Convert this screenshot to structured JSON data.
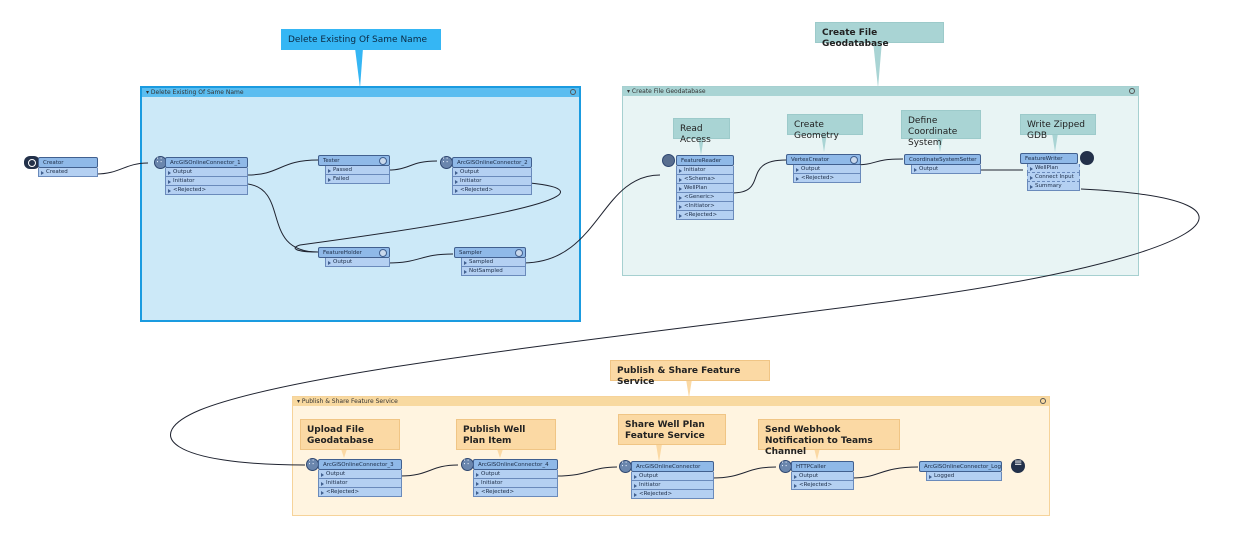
{
  "bookmarks": {
    "delete": {
      "title": "Delete Existing Of Same Name"
    },
    "gdb": {
      "title": "Create File Geodatabase"
    },
    "publish": {
      "title": "Publish & Share Feature Service"
    }
  },
  "annotations": {
    "delete": "Delete Existing Of Same Name",
    "gdb": "Create File Geodatabase",
    "read_access": "Read Access",
    "create_geometry": "Create Geometry",
    "define_cs": "Define Coordinate System",
    "write_gdb": "Write Zipped GDB",
    "publish": "Publish & Share Feature Service",
    "upload": "Upload File Geodatabase",
    "publish_item": "Publish Well Plan Item",
    "share": "Share Well Plan Feature Service",
    "webhook": "Send Webhook Notification to Teams Channel"
  },
  "nodes": {
    "creator": {
      "name": "Creator",
      "ports": [
        "Created"
      ]
    },
    "agol1": {
      "name": "ArcGISOnlineConnector_1",
      "ports": [
        "Output",
        "Initiator",
        "<Rejected>"
      ]
    },
    "tester": {
      "name": "Tester",
      "ports": [
        "Passed",
        "Failed"
      ]
    },
    "agol2": {
      "name": "ArcGISOnlineConnector_2",
      "ports": [
        "Output",
        "Initiator",
        "<Rejected>"
      ]
    },
    "holder": {
      "name": "FeatureHolder",
      "ports": [
        "Output"
      ]
    },
    "sampler": {
      "name": "Sampler",
      "ports": [
        "Sampled",
        "NotSampled"
      ]
    },
    "reader": {
      "name": "FeatureReader",
      "ports": [
        "Initiator",
        "<Schema>",
        "WellPlan",
        "<Generic>",
        "<Initiator>",
        "<Rejected>"
      ]
    },
    "vertex": {
      "name": "VertexCreator",
      "ports": [
        "Output",
        "<Rejected>"
      ]
    },
    "cs": {
      "name": "CoordinateSystemSetter",
      "ports": [
        "Output"
      ]
    },
    "writer": {
      "name": "FeatureWriter",
      "ports": [
        "WellPlan",
        "Connect Input",
        "Summary"
      ]
    },
    "agol3": {
      "name": "ArcGISOnlineConnector_3",
      "ports": [
        "Output",
        "Initiator",
        "<Rejected>"
      ]
    },
    "agol4": {
      "name": "ArcGISOnlineConnector_4",
      "ports": [
        "Output",
        "Initiator",
        "<Rejected>"
      ]
    },
    "agol5": {
      "name": "ArcGISOnlineConnector",
      "ports": [
        "Output",
        "Initiator",
        "<Rejected>"
      ]
    },
    "http": {
      "name": "HTTPCaller",
      "ports": [
        "Output",
        "<Rejected>"
      ]
    },
    "logger": {
      "name": "ArcGISOnlineConnector_Log",
      "ports": [
        "Logged"
      ]
    }
  }
}
